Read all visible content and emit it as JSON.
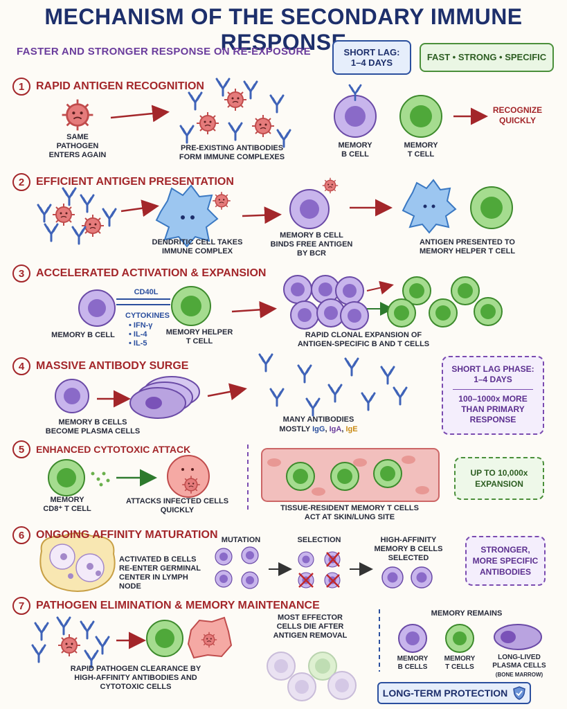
{
  "title": "MECHANISM OF THE SECONDARY IMMUNE RESPONSE",
  "subtitle": "FASTER AND STRONGER RESPONSE ON RE-EXPOSURE",
  "lag_box": {
    "line1": "SHORT LAG:",
    "line2": "1–4 DAYS"
  },
  "tagline_box": "FAST • STRONG • SPECIFIC",
  "sections": [
    {
      "num": "1",
      "title": "RAPID ANTIGEN RECOGNITION"
    },
    {
      "num": "2",
      "title": "EFFICIENT ANTIGEN PRESENTATION"
    },
    {
      "num": "3",
      "title": "ACCELERATED ACTIVATION & EXPANSION"
    },
    {
      "num": "4",
      "title": "MASSIVE ANTIBODY SURGE"
    },
    {
      "num": "5",
      "title": "ENHANCED CYTOTOXIC ATTACK"
    },
    {
      "num": "6",
      "title": "ONGOING AFFINITY MATURATION"
    },
    {
      "num": "7",
      "title": "PATHOGEN ELIMINATION & MEMORY MAINTENANCE"
    }
  ],
  "s1": {
    "pathogen": "SAME\nPATHOGEN\nENTERS AGAIN",
    "complex": "PRE-EXISTING ANTIBODIES\nFORM IMMUNE COMPLEXES",
    "memb": "MEMORY\nB CELL",
    "memt": "MEMORY\nT CELL",
    "recognize": "RECOGNIZE\nQUICKLY"
  },
  "s2": {
    "dendritic": "DENDRITIC CELL TAKES\nIMMUNE COMPLEX",
    "bcell": "MEMORY B CELL\nBINDS FREE ANTIGEN\nBY BCR",
    "presented": "ANTIGEN PRESENTED TO\nMEMORY HELPER T CELL"
  },
  "s3": {
    "cd40l": "CD40L",
    "cytokines": "CYTOKINES",
    "cyto_list": [
      "IFN-γ",
      "IL-4",
      "IL-5"
    ],
    "memb": "MEMORY B CELL",
    "memt": "MEMORY HELPER\nT CELL",
    "clonal": "RAPID CLONAL EXPANSION OF\nANTIGEN-SPECIFIC B AND T CELLS"
  },
  "s4": {
    "plasma": "MEMORY B CELLS\nBECOME PLASMA CELLS",
    "many": "MANY ANTIBODIES",
    "mostly": "MOSTLY ",
    "igg": "IgG",
    "iga": "IgA",
    "ige": "IgE",
    "lag_title": "SHORT LAG PHASE:\n1–4 DAYS",
    "lag_more": "100–1000x MORE\nTHAN PRIMARY\nRESPONSE"
  },
  "s5": {
    "cd8": "MEMORY\nCD8⁺ T CELL",
    "attack": "ATTACKS INFECTED CELLS\nQUICKLY",
    "tissue": "TISSUE-RESIDENT MEMORY T CELLS\nACT AT SKIN/LUNG SITE",
    "expansion": "UP TO 10,000x\nEXPANSION"
  },
  "s6": {
    "germinal": "ACTIVATED B CELLS\nRE-ENTER GERMINAL\nCENTER IN LYMPH NODE",
    "mutation": "MUTATION",
    "selection": "SELECTION",
    "high": "HIGH-AFFINITY\nMEMORY B CELLS\nSELECTED",
    "stronger": "STRONGER,\nMORE SPECIFIC\nANTIBODIES"
  },
  "s7": {
    "clearance": "RAPID PATHOGEN CLEARANCE BY\nHIGH-AFFINITY ANTIBODIES AND\nCYTOTOXIC CELLS",
    "die": "MOST EFFECTOR\nCELLS DIE AFTER\nANTIGEN REMOVAL",
    "remains": "MEMORY REMAINS",
    "memb": "MEMORY\nB CELLS",
    "memt": "MEMORY\nT CELLS",
    "plasma": "LONG-LIVED\nPLASMA CELLS",
    "bone": "(BONE MARROW)",
    "longterm": "LONG-TERM PROTECTION"
  },
  "colors": {
    "title": "#1d2f6b",
    "section": "#a3262a",
    "bcell": "#b9a3e0",
    "tcell": "#8fcf7a",
    "pathogen": "#e57b7b",
    "antibody": "#3f63b8",
    "dendritic": "#7fb3ea"
  },
  "icons": [
    "virus-icon",
    "antibody-icon",
    "b-cell-icon",
    "t-cell-icon",
    "dendritic-cell-icon",
    "plasma-cell-icon",
    "shield-icon",
    "arrow-icon"
  ]
}
